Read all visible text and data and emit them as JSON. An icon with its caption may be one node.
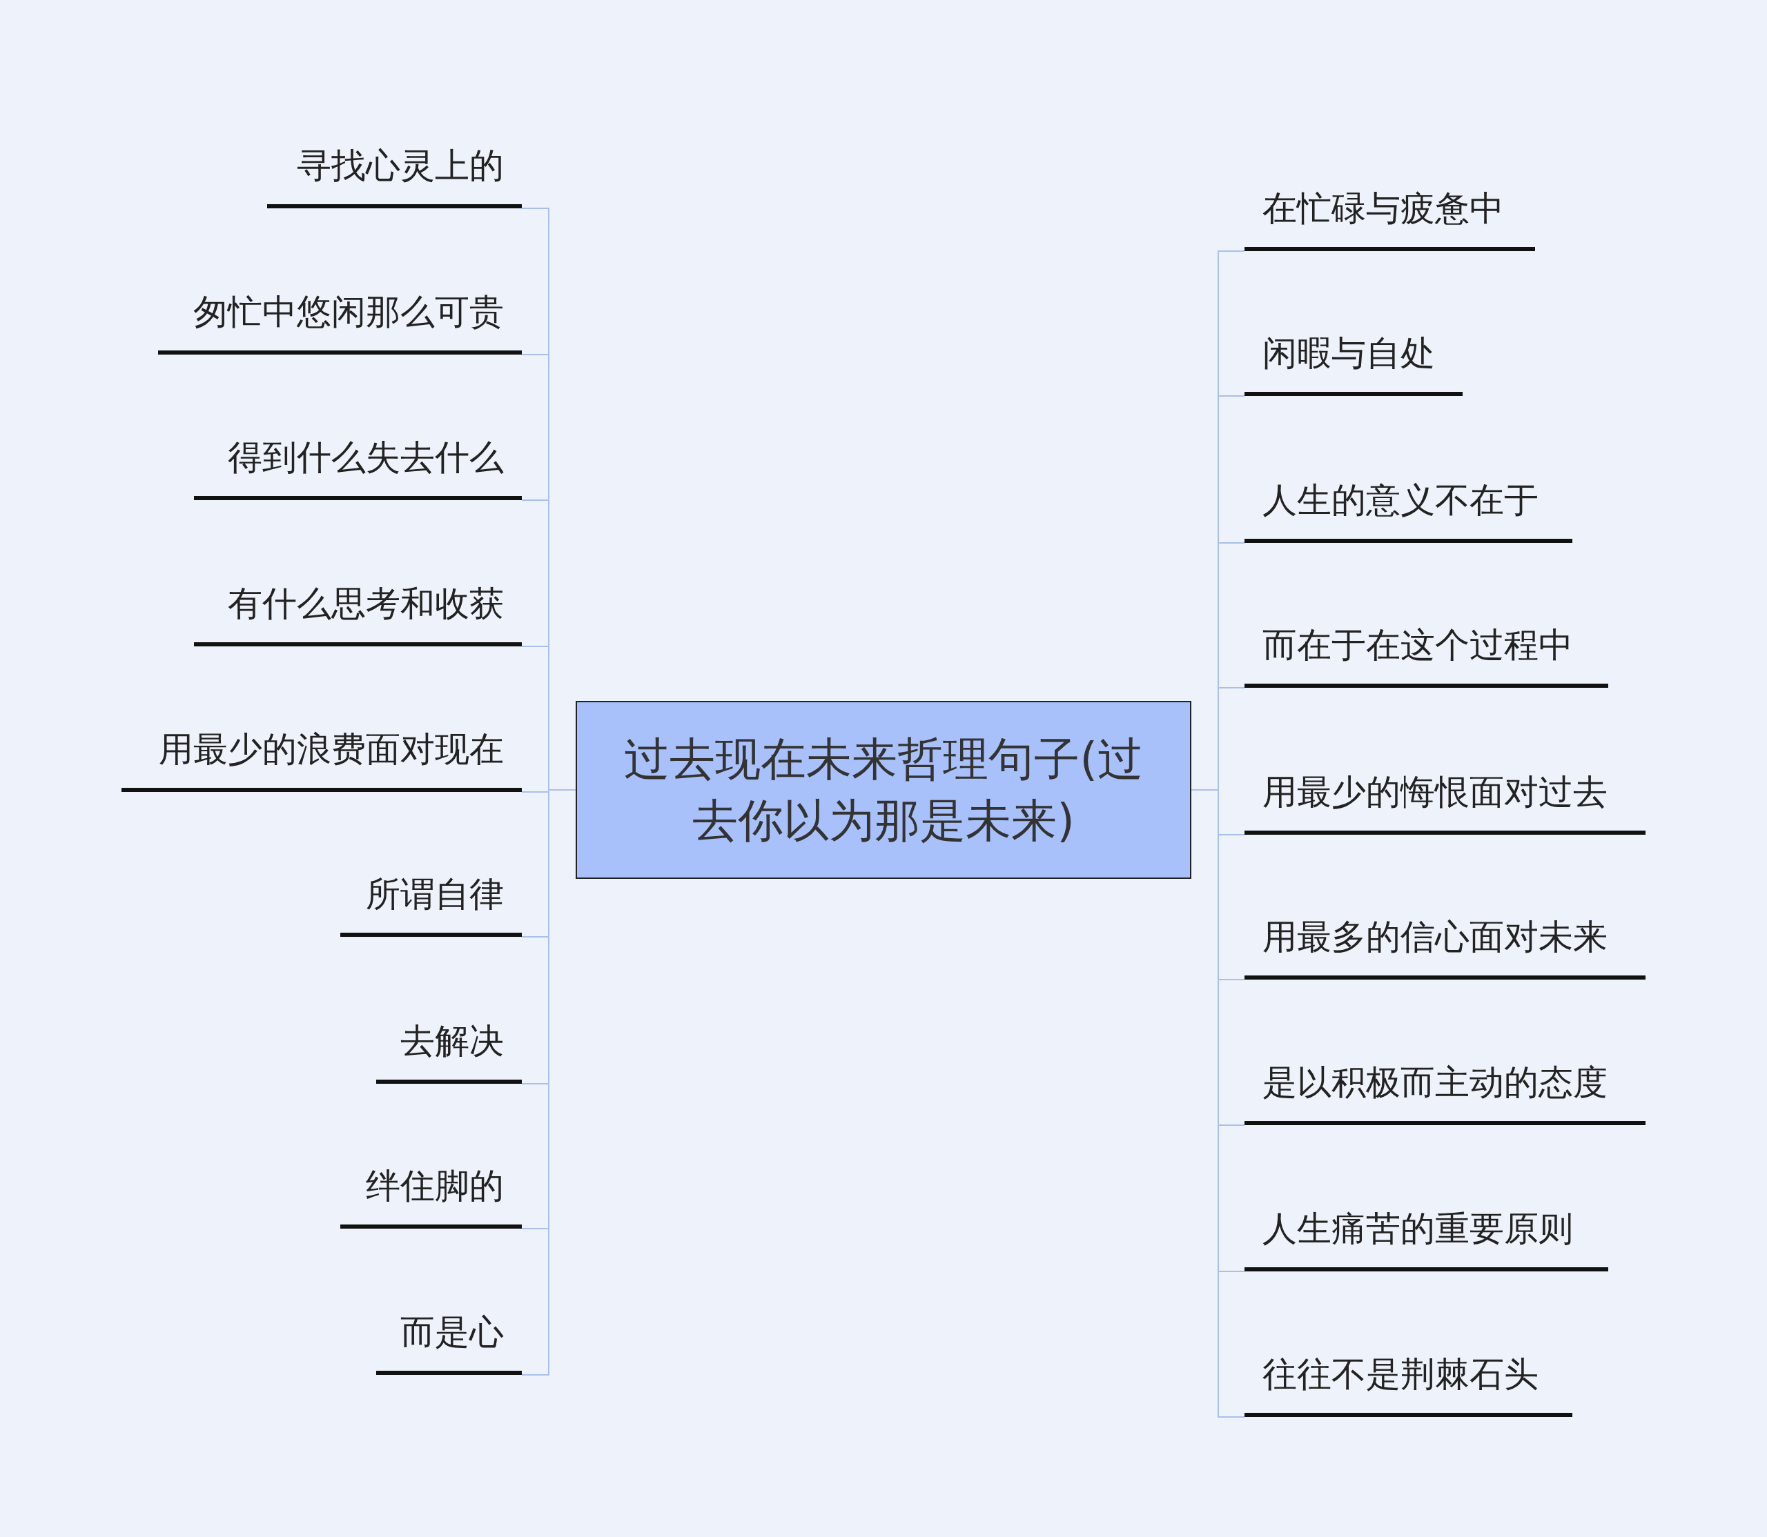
{
  "diagram": {
    "nodes": [
      {
        "text": [
          "过去现在未来哲理句子(过去你以为那是未来)"
        ]
      },
      {
        "text": [
          "寻找心灵上的"
        ]
      },
      {
        "text": [
          "匆忙中悠闲那么可贵"
        ]
      },
      {
        "text": [
          "得到什么失去什么"
        ]
      },
      {
        "text": [
          "有什么思考和收获"
        ]
      },
      {
        "text": [
          "用最少的浪费面对现在"
        ]
      },
      {
        "text": [
          "所谓自律"
        ]
      },
      {
        "text": [
          "去解决"
        ]
      },
      {
        "text": [
          "绊住脚的"
        ]
      },
      {
        "text": [
          "而是心"
        ]
      },
      {
        "text": [
          "在忙碌与疲惫中"
        ]
      },
      {
        "text": [
          "闲暇与自处"
        ]
      },
      {
        "text": [
          "人生的意义不在于"
        ]
      },
      {
        "text": [
          "而在于在这个过程中"
        ]
      },
      {
        "text": [
          "用最少的悔恨面对过去"
        ]
      },
      {
        "text": [
          "用最多的信心面对未来"
        ]
      },
      {
        "text": [
          "是以积极而主动的态度"
        ]
      },
      {
        "text": [
          "人生痛苦的重要原则"
        ]
      },
      {
        "text": [
          "往往不是荆棘石头"
        ]
      }
    ],
    "edges": [
      {
        "from": 0,
        "to": 1,
        "arrow": "none"
      },
      {
        "from": 0,
        "to": 2,
        "arrow": "none"
      },
      {
        "from": 0,
        "to": 3,
        "arrow": "none"
      },
      {
        "from": 0,
        "to": 4,
        "arrow": "none"
      },
      {
        "from": 0,
        "to": 5,
        "arrow": "none"
      },
      {
        "from": 0,
        "to": 6,
        "arrow": "none"
      },
      {
        "from": 0,
        "to": 7,
        "arrow": "none"
      },
      {
        "from": 0,
        "to": 8,
        "arrow": "none"
      },
      {
        "from": 0,
        "to": 9,
        "arrow": "none"
      },
      {
        "from": 0,
        "to": 10,
        "arrow": "none"
      },
      {
        "from": 0,
        "to": 11,
        "arrow": "none"
      },
      {
        "from": 0,
        "to": 12,
        "arrow": "none"
      },
      {
        "from": 0,
        "to": 13,
        "arrow": "none"
      },
      {
        "from": 0,
        "to": 14,
        "arrow": "none"
      },
      {
        "from": 0,
        "to": 15,
        "arrow": "none"
      },
      {
        "from": 0,
        "to": 16,
        "arrow": "none"
      },
      {
        "from": 0,
        "to": 17,
        "arrow": "none"
      },
      {
        "from": 0,
        "to": 18,
        "arrow": "none"
      }
    ]
  }
}
